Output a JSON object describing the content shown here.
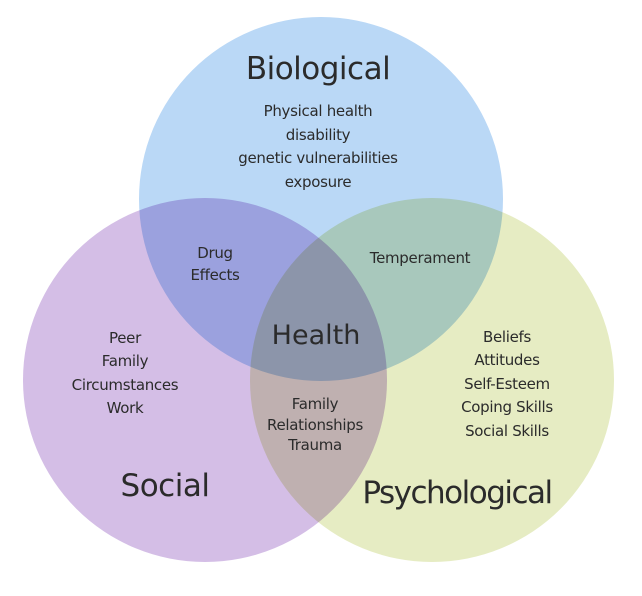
{
  "diagram": {
    "type": "venn",
    "sets": [
      {
        "id": "biological",
        "title": "Biological",
        "color": "#bad8f6",
        "items": [
          "Physical health",
          "disability",
          "genetic vulnerabilities",
          "exposure"
        ]
      },
      {
        "id": "social",
        "title": "Social",
        "color": "#d4bee6",
        "items": [
          "Peer",
          "Family",
          "Circumstances",
          "Work"
        ]
      },
      {
        "id": "psychological",
        "title": "Psychological",
        "color": "#e6ecc3",
        "items": [
          "Beliefs",
          "Attitudes",
          "Self-Esteem",
          "Coping Skills",
          "Social Skills"
        ]
      }
    ],
    "intersections": {
      "biological_social": [
        "Drug",
        "Effects"
      ],
      "biological_psychological": [
        "Temperament"
      ],
      "social_psychological": [
        "Family",
        "Relationships",
        "Trauma"
      ],
      "all": "Health"
    }
  }
}
